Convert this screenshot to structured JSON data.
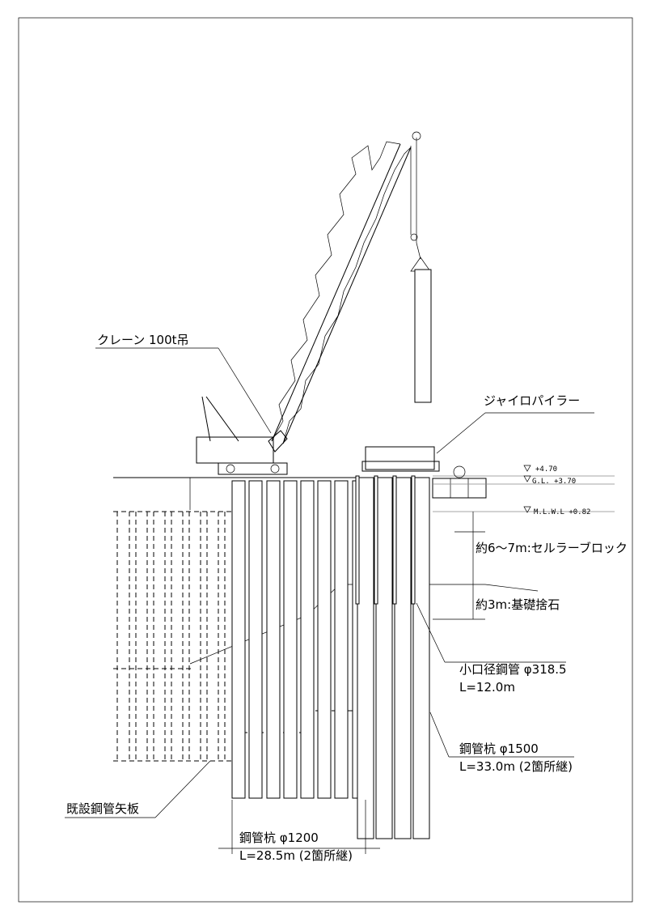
{
  "labels": {
    "crane": "クレーン 100t吊",
    "gyro": "ジャイロパイラー",
    "level1": "+4.70",
    "level2": "G.L. +3.70",
    "level3": "M.L.W.L +0.82",
    "celular": "約6～7m:セルラーブロック",
    "base": "約3m:基礎捨石",
    "small_pipe_1": "小口径鋼管 φ318.5",
    "small_pipe_2": "L=12.0m",
    "pile1500_1": "鋼管杭 φ1500",
    "pile1500_2": "L=33.0m (2箇所継)",
    "existing": "既設鋼管矢板",
    "pile1200_1": "鋼管杭 φ1200",
    "pile1200_2": "L=28.5m (2箇所継)"
  }
}
